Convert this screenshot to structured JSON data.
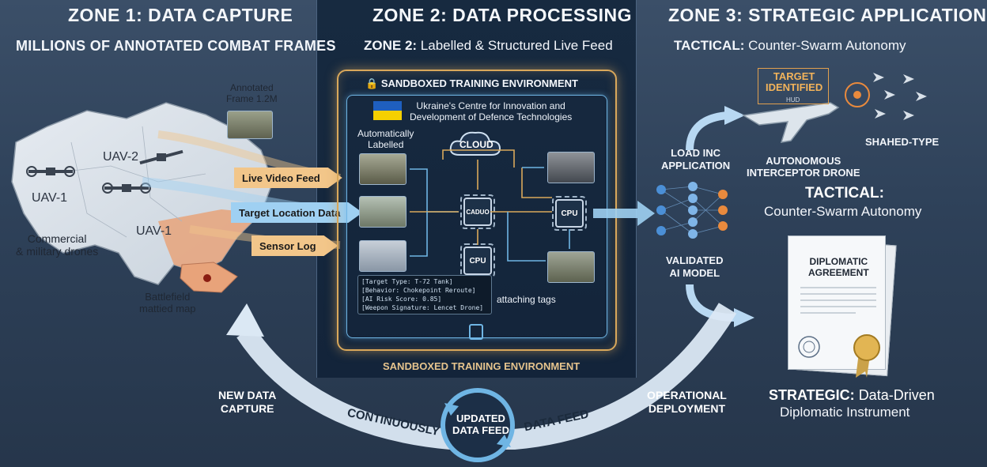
{
  "zones": {
    "zone1": {
      "title": "ZONE 1: DATA CAPTURE",
      "subtitle": "MILLIONS OF ANNOTATED COMBAT FRAMES"
    },
    "zone2": {
      "title": "ZONE 2: DATA PROCESSING",
      "subtitle_bold": "ZONE 2:",
      "subtitle_rest": "Labelled & Structured Live Feed"
    },
    "zone3": {
      "title": "ZONE 3: STRATEGIC APPLICATION",
      "subtitle_bold": "TACTICAL:",
      "subtitle_rest": "Counter-Swarm Autonomy"
    }
  },
  "map": {
    "annotated_frame": "Annotated\nFrame 1.2M",
    "uav_labels": [
      "UAV-2",
      "UAV-1",
      "UAV-1"
    ],
    "commercial": "Commercial\n& military drones",
    "battlefield": "Battlefield\nmattied map"
  },
  "feeds": [
    {
      "label": "Live Video Feed",
      "color": "#f2c68a"
    },
    {
      "label": "Target Location Data",
      "color": "#9fd0f2"
    },
    {
      "label": "Sensor Log",
      "color": "#f2c68a"
    }
  ],
  "sandbox": {
    "title": "SANDBOXED TRAINING ENVIRONMENT",
    "footer": "SANDBOXED TRAINING ENVIRONMENT",
    "org": "Ukraine's Centre for Innovation and\nDevelopment of Defence Technologies",
    "auto_labelled": "Automatically\nLabelled",
    "cloud": "CLOUD",
    "chip_top": "CADUO",
    "chip_bottom": "CPU",
    "chip_right": "CPU",
    "attaching": "attaching tags",
    "tags": [
      "[Target Type: T-72 Tank]",
      "[Behavior: Chokepoint Reroute]",
      "[AI Risk Score: 0.85]",
      "[Weepon Signature: Lencet Drone]"
    ]
  },
  "zone3": {
    "target_hud": "TARGET\nIDENTIFIED",
    "hud": "HUD",
    "shahed": "SHAHED-TYPE",
    "interceptor": "AUTONOMOUS\nINTERCEPTOR DRONE",
    "tactical_bold": "TACTICAL:",
    "tactical_rest": "Counter-Swarm Autonomy",
    "load": "LOAD INC\nAPPLICATION",
    "validated": "VALIDATED\nAI MODEL",
    "diplomatic": "DIPLOMATIC\nAGREEMENT",
    "strategic_bold": "STRATEGIC:",
    "strategic_rest1": "Data-Driven",
    "strategic_rest2": "Diplomatic Instrument"
  },
  "cycle": {
    "new_data": "NEW DATA\nCAPTURE",
    "operational": "OPERATIONAL\nDEPLOYMENT",
    "continuously": "CONTINUOUSLY",
    "data_feed": "DATA FEED",
    "center": "UPDATED\nDATA FEED"
  },
  "colors": {
    "zone2_bg": "#152840",
    "sandbox_gold": "#d9a85b",
    "inner_blue": "#6fb5e4",
    "ukraine_blue": "#1f5fbf",
    "ukraine_yellow": "#f5d000"
  }
}
